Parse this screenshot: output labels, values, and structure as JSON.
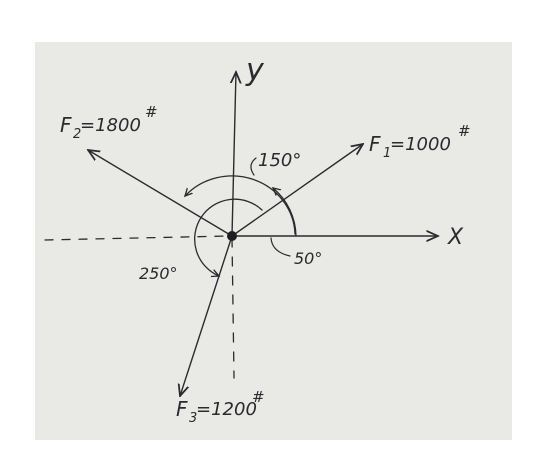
{
  "axes": {
    "x_label": "X",
    "y_label": "y"
  },
  "forces": {
    "f1": {
      "label": "F",
      "sub": "1",
      "value": "=1000",
      "unit": "#",
      "angle_deg": 50
    },
    "f2": {
      "label": "F",
      "sub": "2",
      "value": "=1800",
      "unit": "#",
      "angle_deg": 150
    },
    "f3": {
      "label": "F",
      "sub": "3",
      "value": "=1200",
      "unit": "#",
      "angle_deg": 250
    }
  },
  "angles": {
    "a50": "50°",
    "a150": "150°",
    "a250": "250°"
  },
  "colors": {
    "ink": "#2b2b2f",
    "paper": "#e9e9e6",
    "background": "#ffffff"
  }
}
